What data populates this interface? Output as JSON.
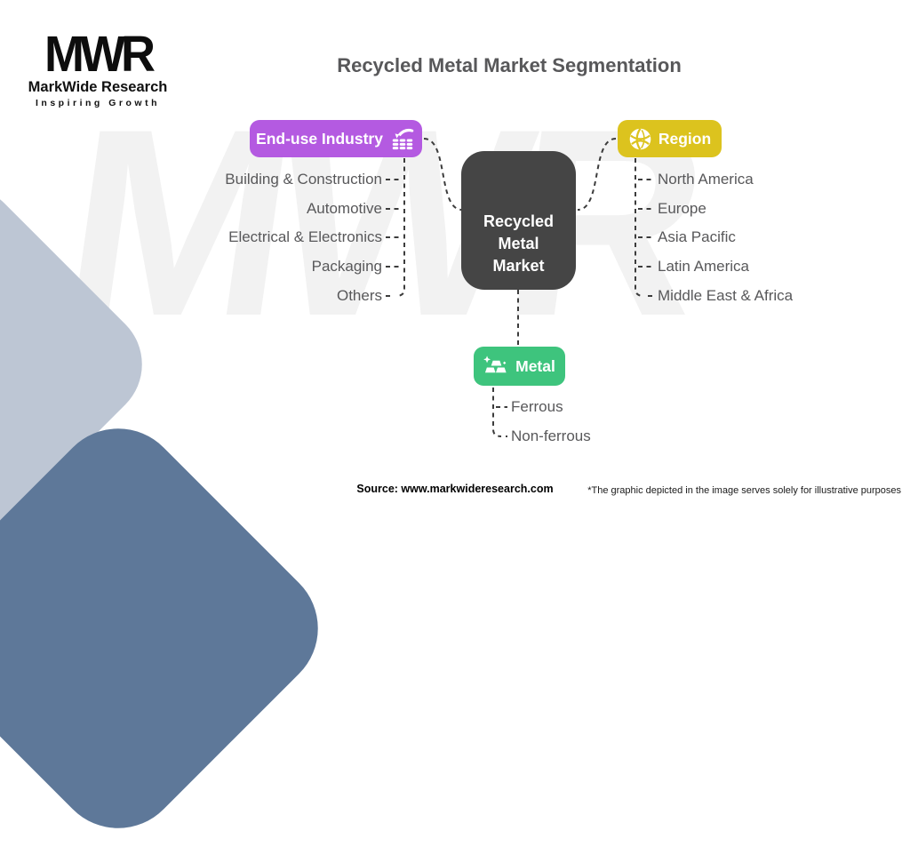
{
  "watermark": "MWR",
  "logo": {
    "acronym": "MWR",
    "name": "MarkWide Research",
    "tagline": "Inspiring Growth"
  },
  "page": {
    "title": "Recycled Metal Market Segmentation"
  },
  "diagram": {
    "center": {
      "label": "Recycled\nMetal\nMarket",
      "color": "#454545"
    },
    "branches": [
      {
        "id": "end-use-industry",
        "label": "End-use Industry",
        "color": "#b45ae1",
        "icon": "excavator-icon",
        "items": [
          "Building & Construction",
          "Automotive",
          "Electrical & Electronics",
          "Packaging",
          "Others"
        ]
      },
      {
        "id": "region",
        "label": "Region",
        "color": "#dcc31e",
        "icon": "globe-icon",
        "items": [
          "North America",
          "Europe",
          "Asia Pacific",
          "Latin America",
          "Middle East & Africa"
        ]
      },
      {
        "id": "metal",
        "label": "Metal",
        "color": "#3ec47d",
        "icon": "metal-ingots-icon",
        "items": [
          "Ferrous",
          "Non-ferrous"
        ]
      }
    ]
  },
  "footer": {
    "source": "Source: www.markwideresearch.com",
    "disclaimer": "*The graphic depicted in the image serves solely for illustrative purposes"
  },
  "colors": {
    "dash": "#3c3c3c",
    "text": "#58585a",
    "deco_light": "#bdc6d4",
    "deco_dark": "#5e7899",
    "watermark": "#f2f2f2"
  }
}
